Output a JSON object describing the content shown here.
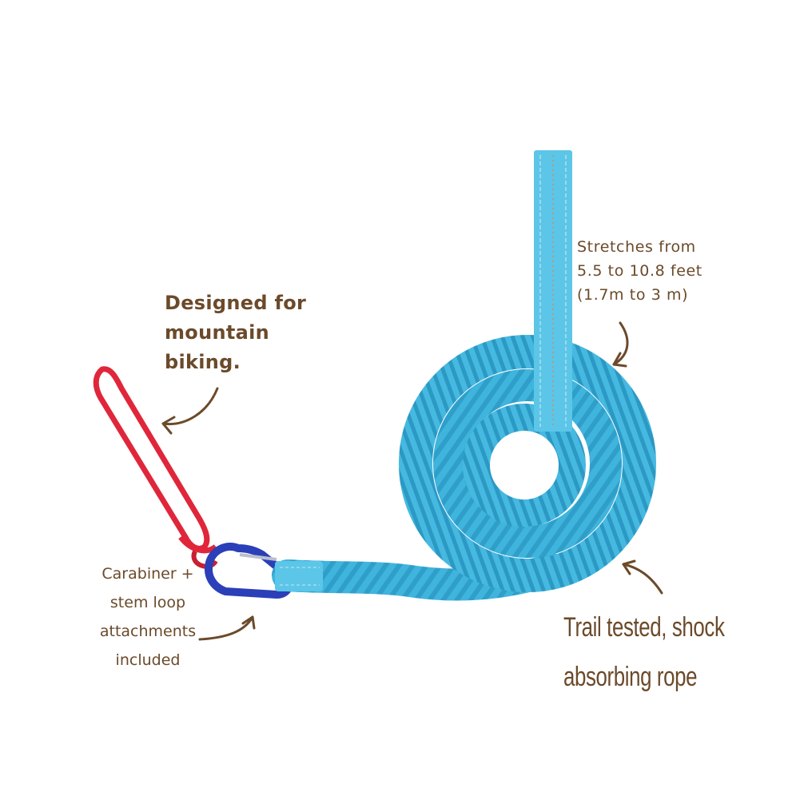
{
  "callouts": {
    "stretch": "Stretches from\n5.5 to 10.8 feet\n(1.7m to 3 m)",
    "design": "Designed for\nmountain\nbiking.",
    "carabiner": "Carabiner +\nstem loop\nattachments\nincluded",
    "trail": "Trail tested, shock\nabsorbing rope"
  },
  "colors": {
    "text": "#6b4a2a",
    "rope": "#3fb4dc",
    "rope_dark": "#2a93bf",
    "strap": "#5cc6e8",
    "loop": "#e0263a",
    "carabiner": "#2b3fb8"
  }
}
